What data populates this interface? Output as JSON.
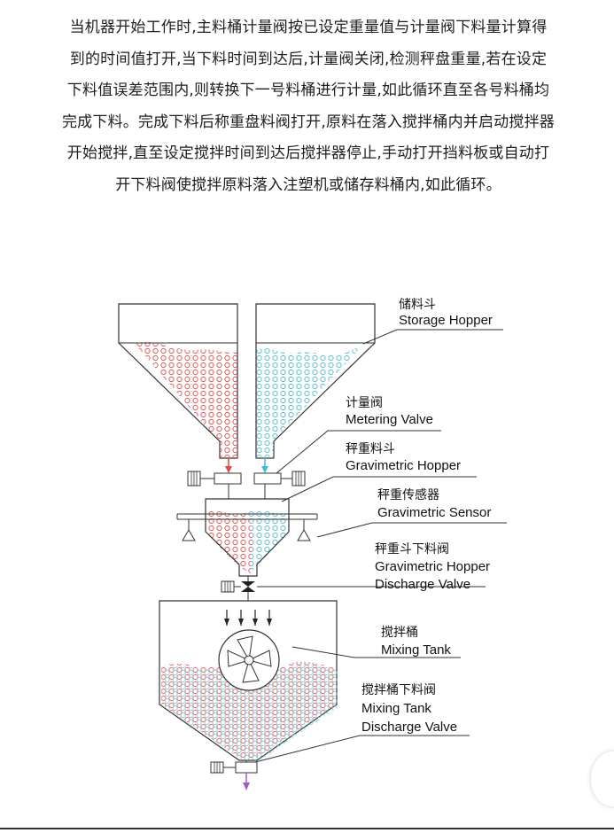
{
  "intro": {
    "lines": [
      "当机器开始工作时,主料桶计量阀按已设定重量值与计量阀下料量计算得",
      "到的时间值打开,当下料时间到达后,计量阀关闭,检测秤盘重量,若在设定",
      "下料值误差范围内,则转换下一号料桶进行计量,如此循环直至各号料桶均",
      "完成下料。完成下料后称重盘料阀打开,原料在落入搅拌桶内并启动搅拌器",
      "开始搅拌,直至设定搅拌时间到达后搅拌器停止,手动打开挡料板或自动打",
      "开下料阀使搅拌原料落入注塑机或储存料桶内,如此循环。"
    ]
  },
  "diagram": {
    "labels": [
      {
        "cn": "储料斗",
        "en": "Storage Hopper"
      },
      {
        "cn": "计量阀",
        "en": "Metering Valve"
      },
      {
        "cn": "秤重料斗",
        "en": "Gravimetric Hopper"
      },
      {
        "cn": "秤重传感器",
        "en": "Gravimetric Sensor"
      },
      {
        "cn": "秤重斗下料阀",
        "en": "Gravimetric Hopper",
        "en2": "Discharge Valve"
      },
      {
        "cn": "搅拌桶",
        "en": "Mixing Tank"
      },
      {
        "cn": "搅拌桶下料阀",
        "en": "Mixing Tank",
        "en2": "Discharge Valve"
      }
    ]
  },
  "colors": {
    "red_material": "#e46a6a",
    "blue_material": "#6cc3d6",
    "red_arrow": "#e0454a",
    "blue_arrow": "#43b8d6",
    "purple_arrow": "#a35cc4",
    "line": "#333333"
  }
}
